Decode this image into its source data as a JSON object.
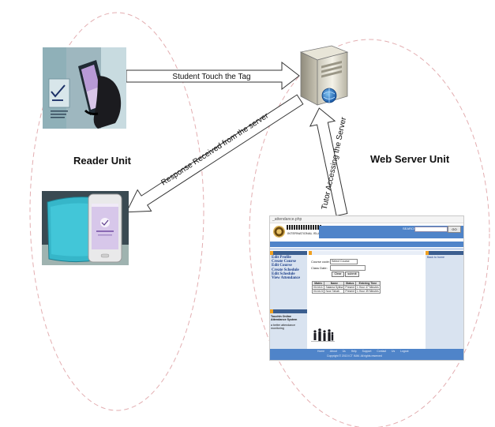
{
  "diagram": {
    "units": {
      "reader": "Reader Unit",
      "web_server": "Web Server Unit"
    },
    "arrows": {
      "touch": "Student Touch the Tag",
      "response": "Response Received from the server",
      "tutor": "Tutor Accessing the Server"
    },
    "icons": {
      "server": "server-icon",
      "tag_photo": "phone-touching-tag-photo",
      "phone_photo": "phone-result-photo"
    },
    "colors": {
      "reader_ellipse": "#e3aeb1",
      "server_ellipse": "#e3aeb1",
      "web_blue": "#4f84c9"
    }
  },
  "website": {
    "address": "_attendance.php",
    "header_caption": "INTERNATIONAL ISLAMIC UNIVERSITY MALAYSIA",
    "search_label": "SEARCH",
    "go_label": "GO",
    "menu": [
      "Edit Profile",
      "Create Course",
      "Edit Course",
      "Create Schedule",
      "Edit Schedule",
      "View Attendance"
    ],
    "side_title": "TouchIn Online Attendance System",
    "side_note": "a better attendance monitoring",
    "right_link": "Back to home",
    "form": {
      "course_label": "Course code:",
      "course_select": "Select Course",
      "date_label": "Class Date:",
      "clear_button": "Clear",
      "submit_button": "submit"
    },
    "table": {
      "headers": [
        "Matric",
        "Name",
        "Status",
        "Entering Time"
      ],
      "rows": [
        [
          "0111111",
          "Salama Syfina",
          "Present",
          "1 Hour 47 Minutes"
        ],
        [
          "0111121",
          "Noor Tahab",
          "Present",
          "1 Hour 39 Minutes"
        ]
      ]
    },
    "footer_links": "Home About Us Help Support Contact Us Logout",
    "footer_copy": "Copyright © 2013 ICT IIUM. All rights reserved"
  }
}
